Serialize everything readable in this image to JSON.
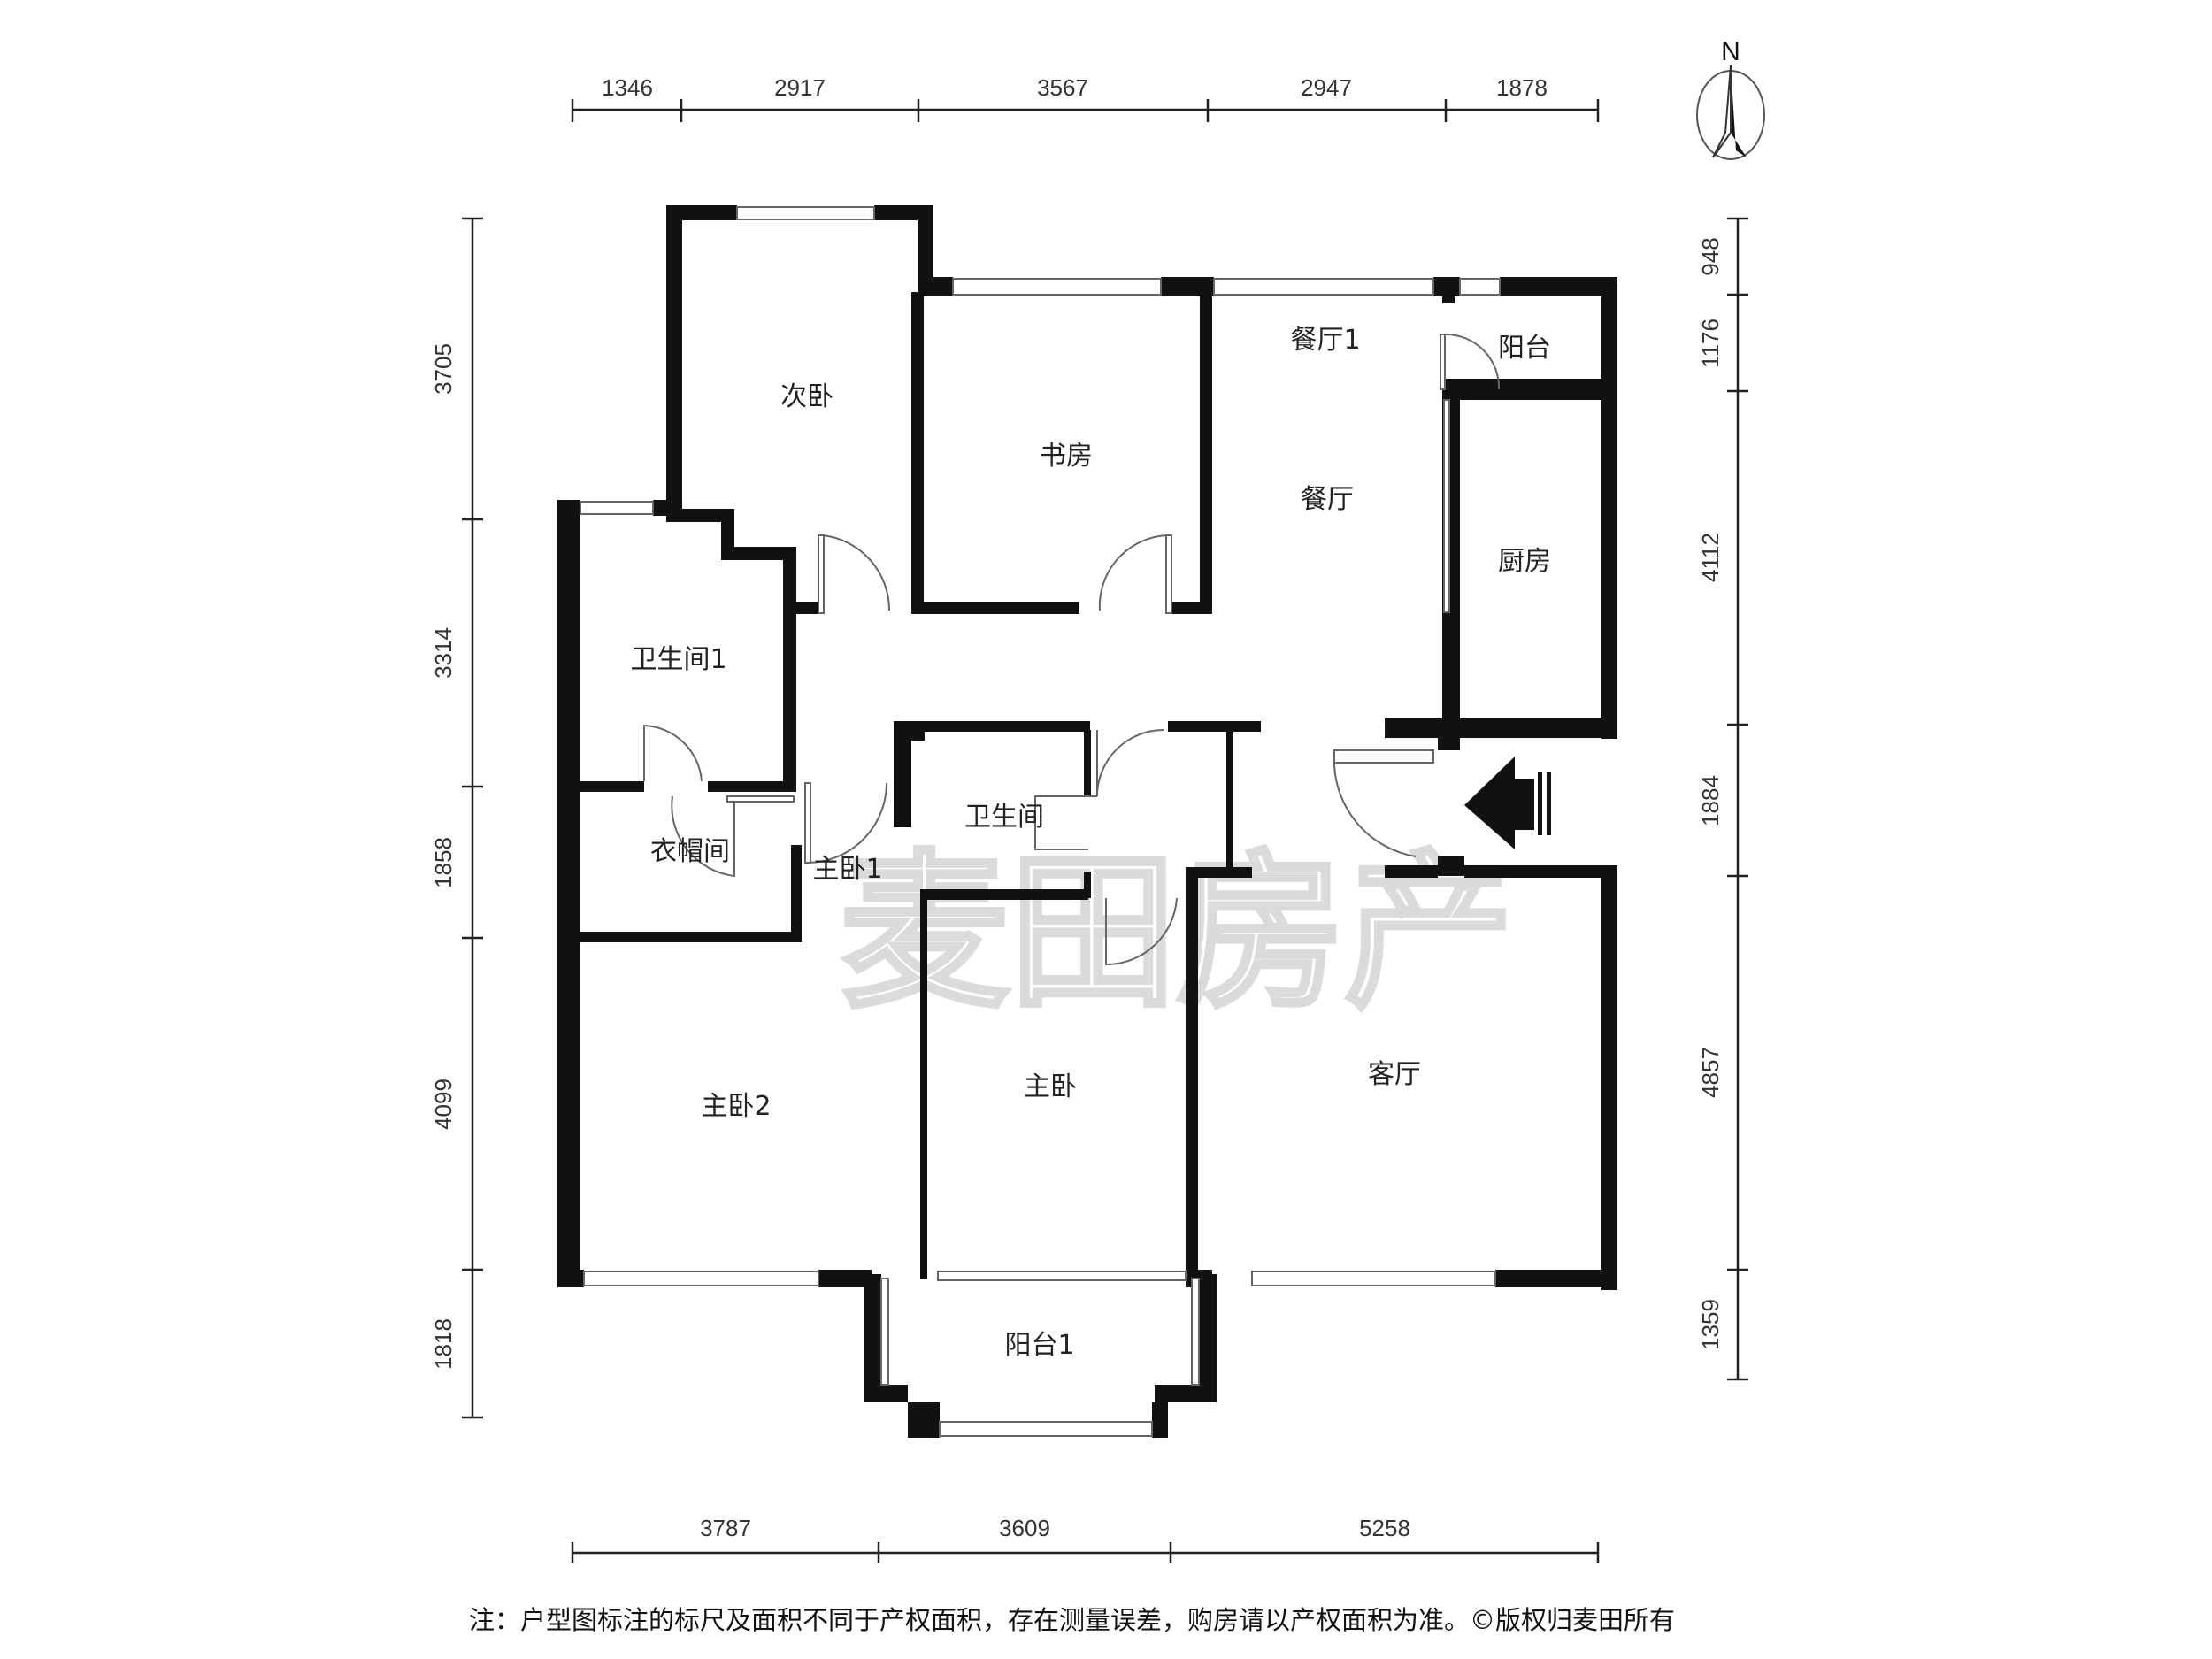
{
  "compass": {
    "label": "N"
  },
  "dimensions": {
    "top": [
      "1346",
      "2917",
      "3567",
      "2947",
      "1878"
    ],
    "bottom": [
      "3787",
      "3609",
      "5258"
    ],
    "left": [
      "3705",
      "3314",
      "1858",
      "4099",
      "1818"
    ],
    "right": [
      "948",
      "1176",
      "4112",
      "1884",
      "4857",
      "1359"
    ]
  },
  "rooms": {
    "secondary_bedroom": "次卧",
    "study": "书房",
    "dining1": "餐厅1",
    "balcony": "阳台",
    "dining": "餐厅",
    "kitchen": "厨房",
    "bathroom1": "卫生间1",
    "bathroom": "卫生间",
    "cloakroom": "衣帽间",
    "master1": "主卧1",
    "master2": "主卧2",
    "master": "主卧",
    "living": "客厅",
    "balcony1": "阳台1"
  },
  "watermark": "麦田房产",
  "footnote": "注：户型图标注的标尺及面积不同于产权面积，存在测量误差，购房请以产权面积为准。©版权归麦田所有"
}
